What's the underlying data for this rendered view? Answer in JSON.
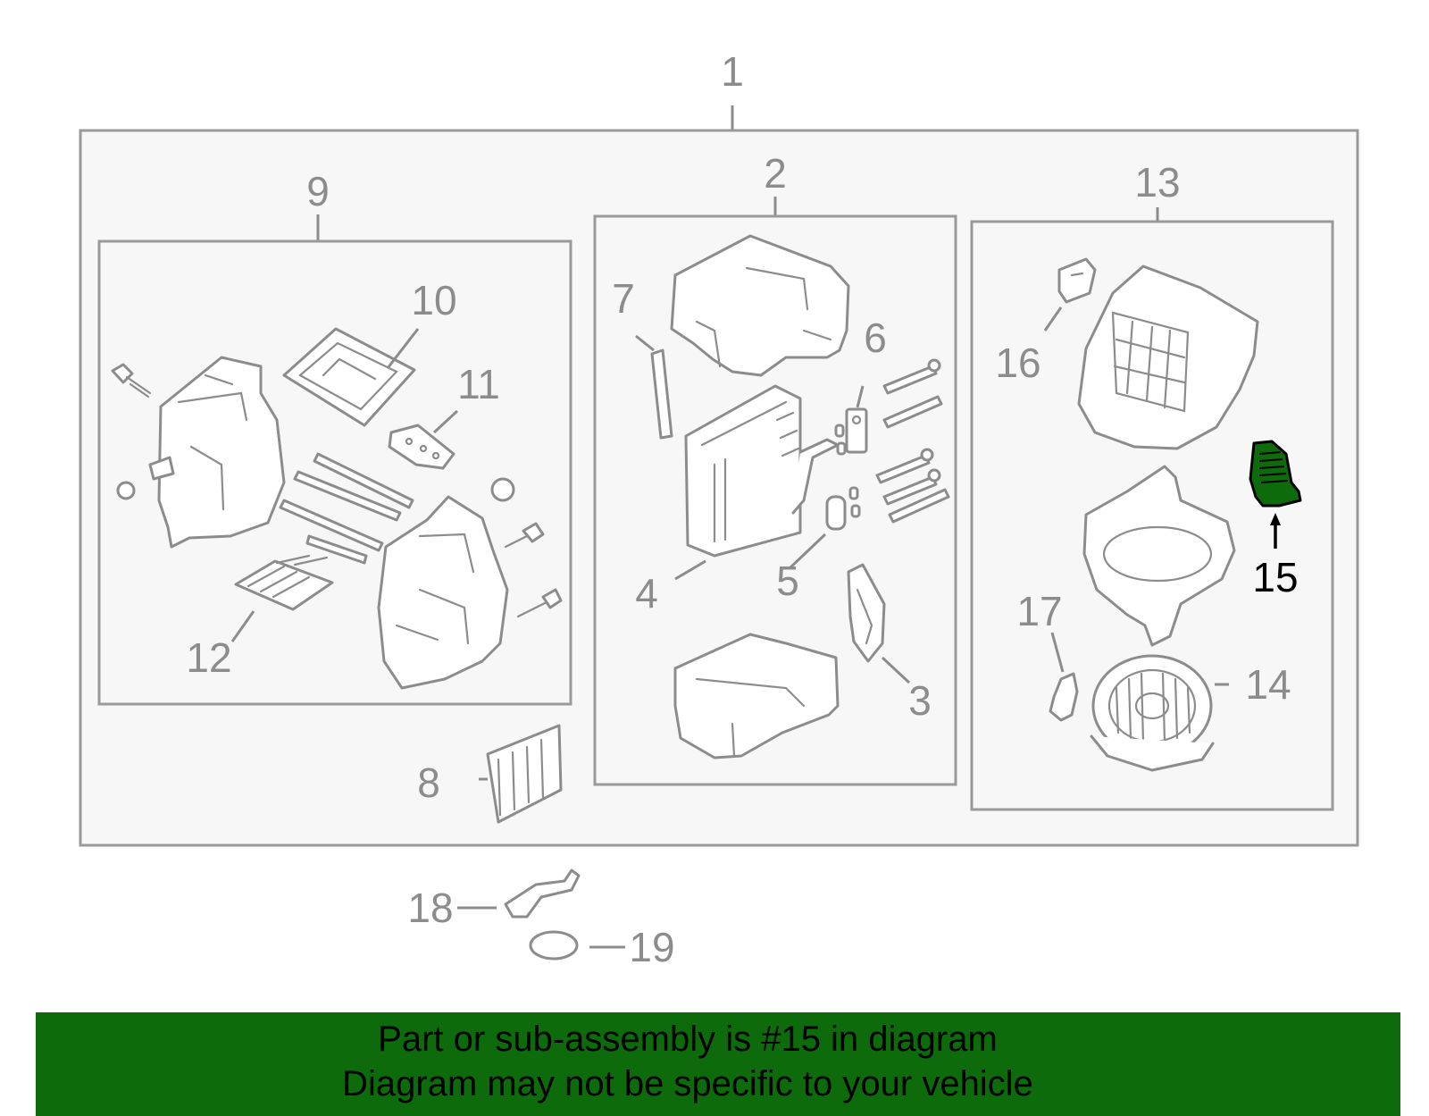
{
  "diagram": {
    "callouts": [
      {
        "id": "1",
        "label": "1"
      },
      {
        "id": "2",
        "label": "2"
      },
      {
        "id": "3",
        "label": "3"
      },
      {
        "id": "4",
        "label": "4"
      },
      {
        "id": "5",
        "label": "5"
      },
      {
        "id": "6",
        "label": "6"
      },
      {
        "id": "7",
        "label": "7"
      },
      {
        "id": "8",
        "label": "8"
      },
      {
        "id": "9",
        "label": "9"
      },
      {
        "id": "10",
        "label": "10"
      },
      {
        "id": "11",
        "label": "11"
      },
      {
        "id": "12",
        "label": "12"
      },
      {
        "id": "13",
        "label": "13"
      },
      {
        "id": "14",
        "label": "14"
      },
      {
        "id": "15",
        "label": "15"
      },
      {
        "id": "16",
        "label": "16"
      },
      {
        "id": "17",
        "label": "17"
      },
      {
        "id": "18",
        "label": "18"
      },
      {
        "id": "19",
        "label": "19"
      }
    ],
    "highlighted_part": "15",
    "highlight_color": "#0d6b0b",
    "line_color": "#8c8c8c"
  },
  "banner": {
    "line1": "Part or sub-assembly is #15 in diagram",
    "line2": "Diagram may not be specific to your vehicle",
    "background": "#0d6b0b"
  }
}
